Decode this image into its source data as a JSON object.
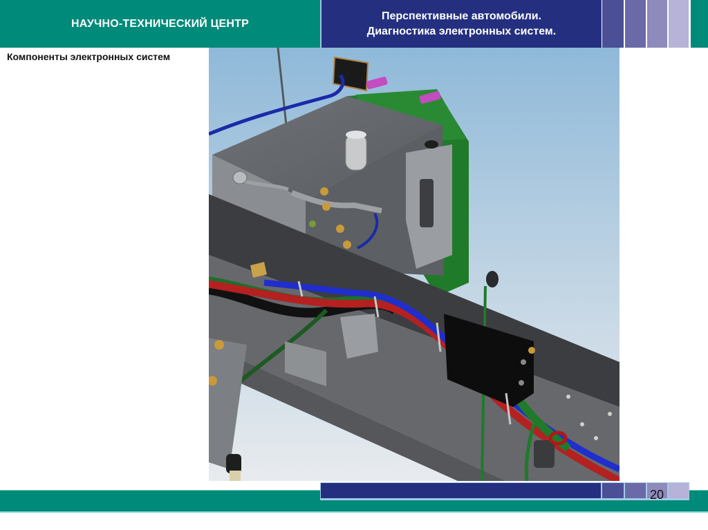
{
  "header": {
    "org_title": "НАУЧНО-ТЕХНИЧЕСКИЙ ЦЕНТР",
    "course_title_line1": "Перспективные автомобили.",
    "course_title_line2": "Диагностика электронных систем.",
    "colors": {
      "teal": "#008a7a",
      "navy": "#24307f",
      "blocks": [
        "#4a4f96",
        "#6a6aa8",
        "#8e8abb",
        "#b6b2d8"
      ]
    }
  },
  "slide": {
    "subtitle": "Компоненты электронных систем",
    "image": {
      "description": "3D CAD render of vehicle chassis frame rail with battery box (green/grey), fuel heater valve, control unit and red/blue/green/black wiring harnesses",
      "background_top": "#8fb9d9",
      "background_bottom": "#e6eaef"
    }
  },
  "footer": {
    "page_number": "20",
    "colors": {
      "teal": "#008a7a",
      "navy": "#24307f",
      "blocks": [
        "#4a4f96",
        "#6a6aa8",
        "#8e8abb",
        "#b6b2d8"
      ]
    }
  }
}
